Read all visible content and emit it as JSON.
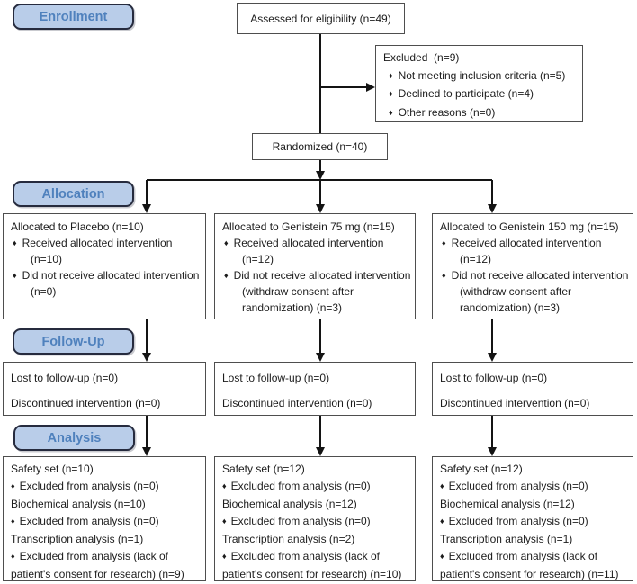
{
  "bullet_char": "♦",
  "colors": {
    "stage_label_fill": "#b9cde9",
    "stage_label_text": "#4f81bd",
    "stage_label_border": "#262b3e",
    "box_border": "#4e4e4e",
    "connector_line": "#141414"
  },
  "labels": {
    "enrollment": "Enrollment",
    "allocation": "Allocation",
    "followup": "Follow-Up",
    "analysis": "Analysis"
  },
  "enrollment": {
    "assessed": "Assessed for eligibility (n=49)",
    "excluded": {
      "title": "Excluded  (n=9)",
      "items": [
        "Not meeting inclusion criteria (n=5)",
        "Declined to participate (n=4)",
        "Other reasons (n=0)"
      ]
    },
    "randomized": "Randomized (n=40)"
  },
  "allocation": {
    "columns": [
      {
        "title": "Allocated to Placebo (n=10)",
        "bullet1": "Received allocated intervention",
        "cont1": [
          "(n=10)"
        ],
        "bullet2": "Did not receive allocated intervention",
        "cont2": [
          "(n=0)"
        ]
      },
      {
        "title": "Allocated to Genistein 75 mg (n=15)",
        "bullet1": "Received allocated intervention",
        "cont1": [
          "(n=12)"
        ],
        "bullet2": "Did not receive allocated intervention",
        "cont2": [
          "(withdraw consent after",
          "randomization) (n=3)"
        ]
      },
      {
        "title": "Allocated to Genistein 150 mg (n=15)",
        "bullet1": "Received allocated intervention",
        "cont1": [
          "(n=12)"
        ],
        "bullet2": "Did not receive allocated intervention",
        "cont2": [
          "(withdraw consent after",
          "randomization) (n=3)"
        ]
      }
    ]
  },
  "followup": {
    "columns": [
      {
        "line1": "Lost to follow-up (n=0)",
        "line2": "Discontinued intervention (n=0)"
      },
      {
        "line1": "Lost to follow-up (n=0)",
        "line2": "Discontinued intervention (n=0)"
      },
      {
        "line1": "Lost to follow-up (n=0)",
        "line2": "Discontinued intervention (n=0)"
      }
    ]
  },
  "analysis": {
    "columns": [
      {
        "lines": [
          "Safety set (n=10)",
          "Excluded from analysis (n=0)",
          "Biochemical analysis (n=10)",
          "Excluded from analysis (n=0)",
          "Transcription analysis (n=1)",
          "Excluded from analysis (lack of",
          "patient's consent for research) (n=9)"
        ]
      },
      {
        "lines": [
          "Safety set (n=12)",
          "Excluded from analysis (n=0)",
          "Biochemical analysis (n=12)",
          "Excluded from analysis (n=0)",
          "Transcription analysis (n=2)",
          "Excluded from analysis (lack of",
          "patient's consent for research) (n=10)"
        ]
      },
      {
        "lines": [
          "Safety set (n=12)",
          "Excluded from analysis (n=0)",
          "Biochemical analysis (n=12)",
          "Excluded from analysis (n=0)",
          "Transcription analysis (n=1)",
          "Excluded from analysis (lack of",
          "patient's consent for research) (n=11)"
        ]
      }
    ]
  }
}
